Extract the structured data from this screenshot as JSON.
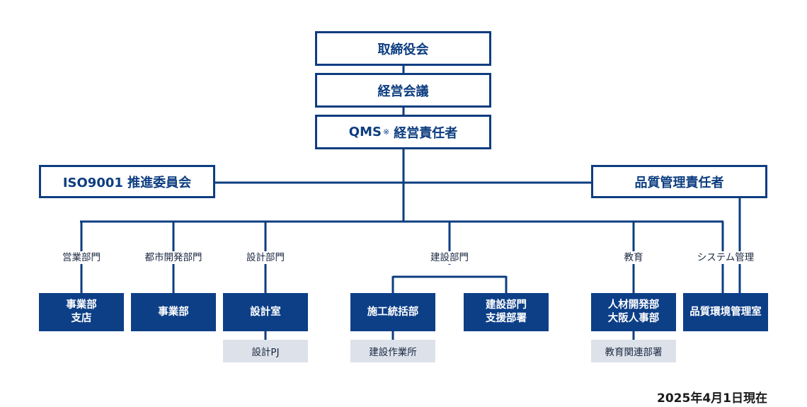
{
  "colors": {
    "navy": "#0d3f87",
    "line": "#0d3d80",
    "light_box": "#dde2ea"
  },
  "top": {
    "board": "取締役会",
    "management_meeting": "経営会議",
    "qms_prefix": "QMS",
    "qms_mark": "※",
    "qms_label": "経営責任者"
  },
  "side": {
    "iso_committee": "ISO9001 推進委員会",
    "quality_manager": "品質管理責任者"
  },
  "categories": {
    "sales": "営業部門",
    "urban": "都市開発部門",
    "design": "設計部門",
    "construction": "建設部門",
    "education": "教育",
    "system": "システム管理"
  },
  "departments": {
    "sales_branch": "事業部\n支店",
    "urban_division": "事業部",
    "design_office": "設計室",
    "construction_control": "施工統括部",
    "construction_support": "建設部門\n支援部署",
    "hr_dev": "人材開発部\n大阪人事部",
    "quality_office": "品質環境管理室"
  },
  "sub_units": {
    "design_pj": "設計PJ",
    "construction_business": "建設作業所",
    "education_related": "教育関連部署"
  },
  "as_of_date": "2025年4月1日現在"
}
